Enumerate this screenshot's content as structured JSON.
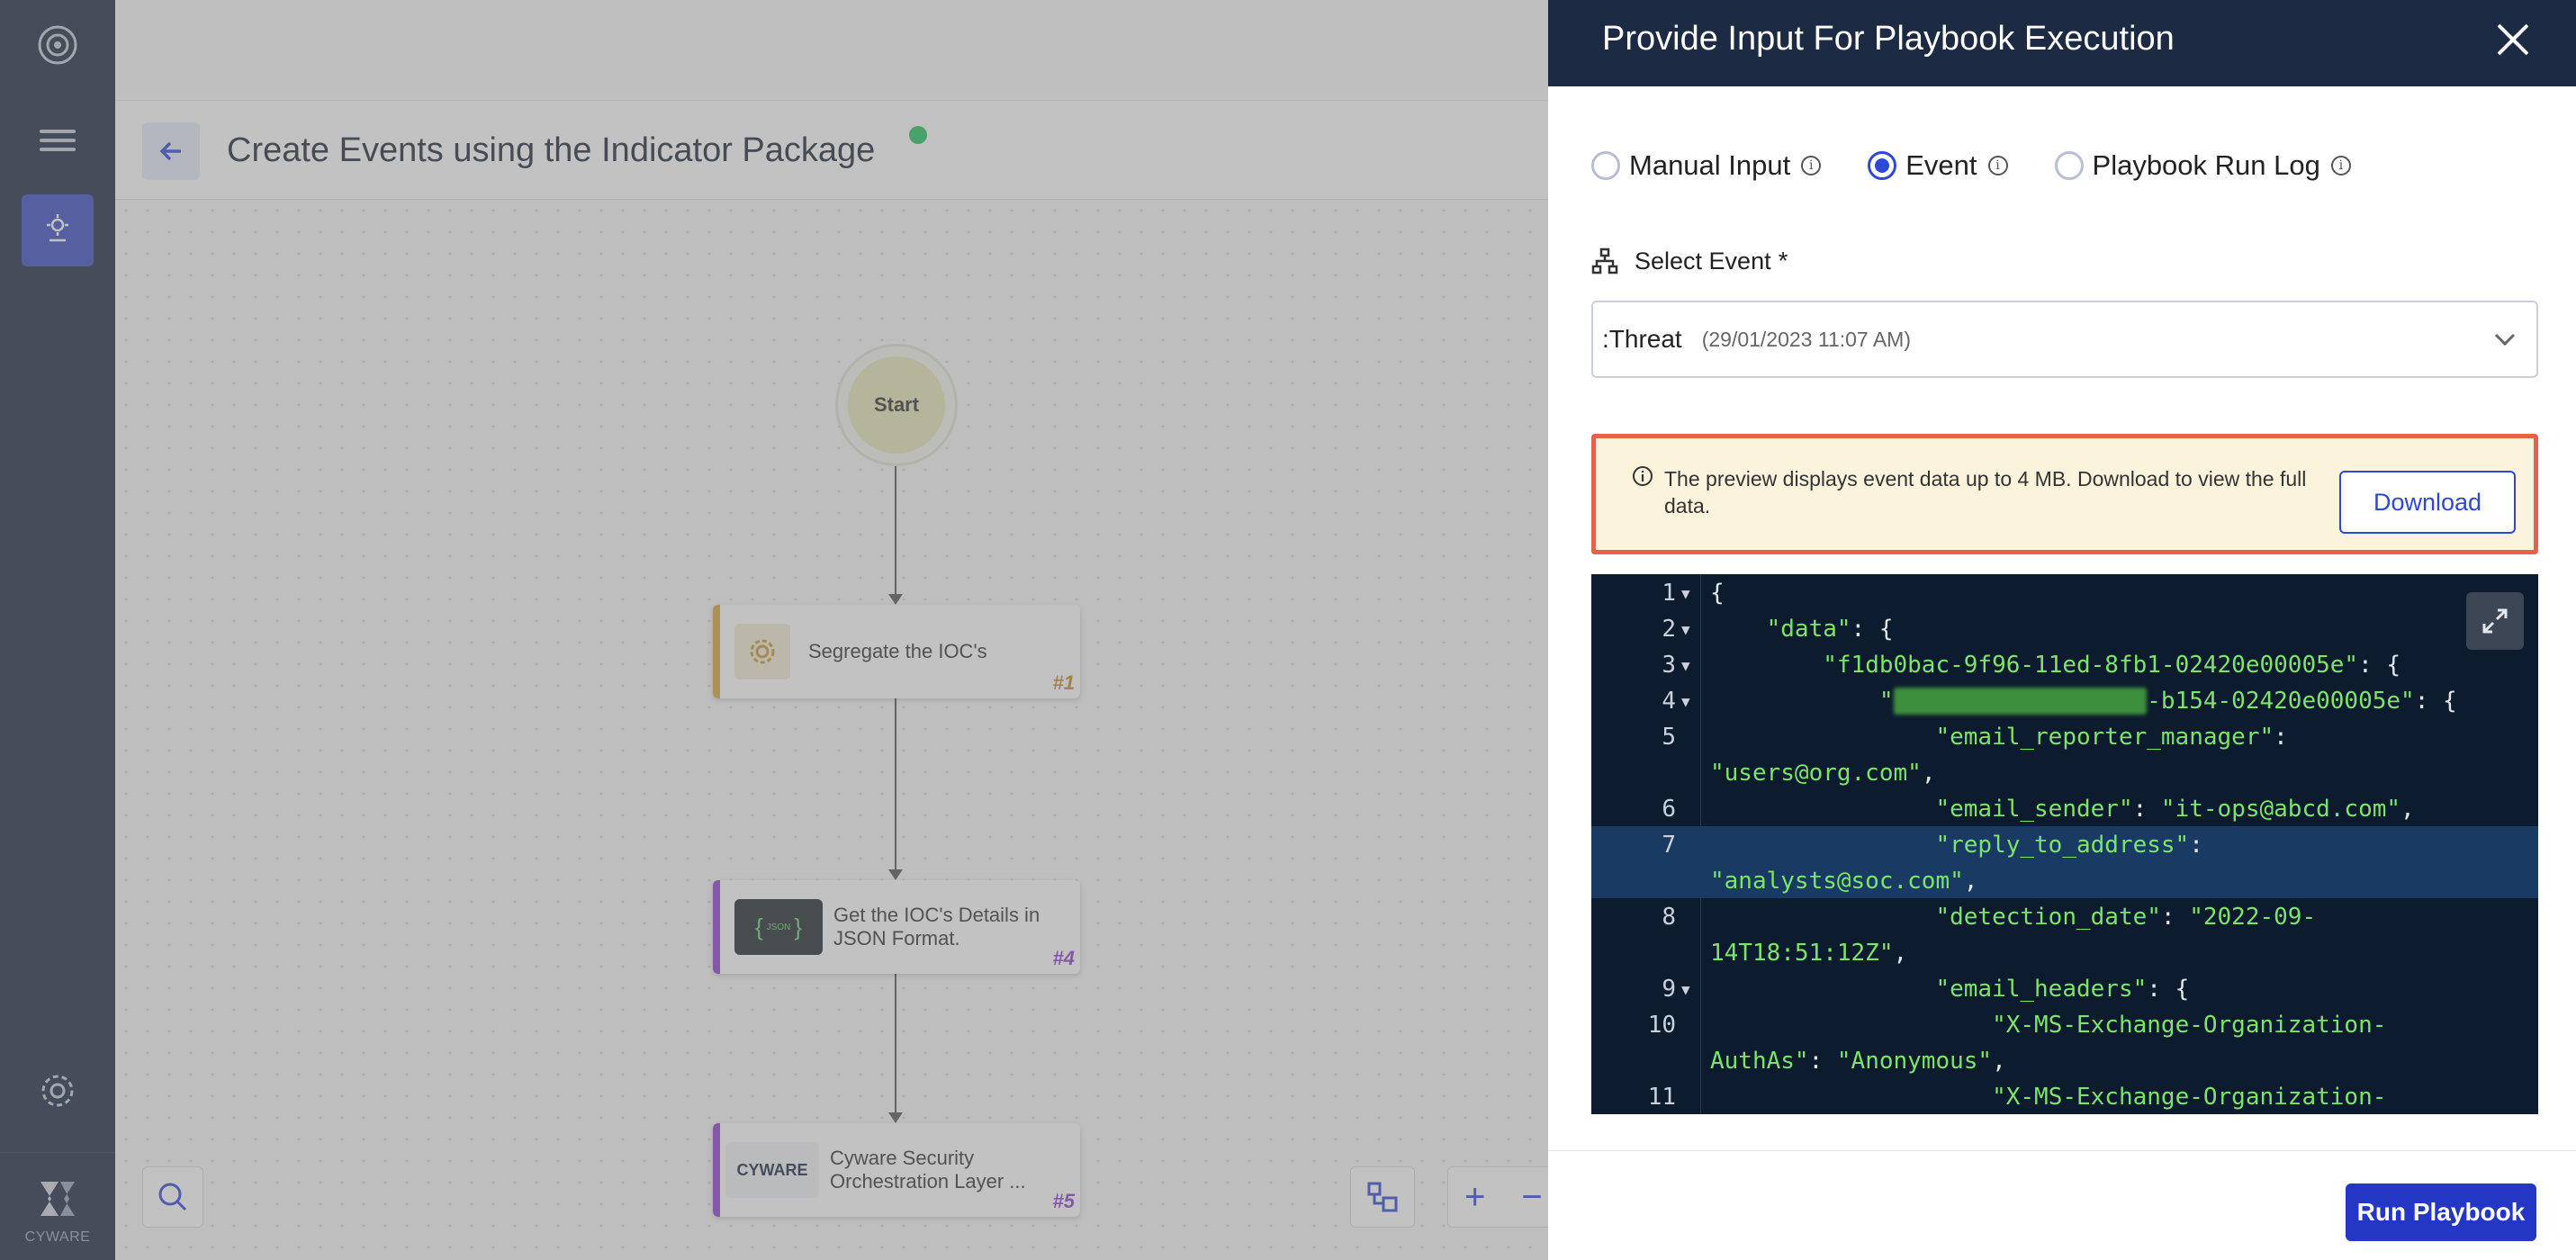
{
  "nav": {
    "brand_label": "CYWARE",
    "icons": [
      "cyware-logo-icon",
      "hamburger-menu-icon",
      "playbook-icon",
      "gear-icon"
    ]
  },
  "page": {
    "title": "Create Events using the Indicator Package"
  },
  "workflow": {
    "start_label": "Start",
    "nodes": [
      {
        "label": "Segregate the IOC's",
        "number": "#1",
        "color": "#d9a43a",
        "icon": "gear-icon"
      },
      {
        "label": "Get the IOC's Details in JSON Format.",
        "number": "#4",
        "color": "#8e3fcf",
        "icon": "json-icon",
        "icon_text": "JSON"
      },
      {
        "label": "Cyware Security Orchestration Layer ...",
        "number": "#5",
        "color": "#8e3fcf",
        "icon": "cyware-icon",
        "icon_text": "CYWARE"
      }
    ]
  },
  "drawer": {
    "title": "Provide Input For Playbook Execution",
    "input_options": [
      {
        "label": "Manual Input",
        "selected": false
      },
      {
        "label": "Event",
        "selected": true
      },
      {
        "label": "Playbook Run Log",
        "selected": false
      }
    ],
    "select_event_label": "Select Event",
    "required_mark": "*",
    "selected_event": ":Threat",
    "selected_event_date": "(29/01/2023 11:07 AM)",
    "notice_text": "The preview displays event data up to 4 MB. Download to view the full data.",
    "download_label": "Download",
    "run_label": "Run Playbook",
    "accent_color": "#2f47d6"
  },
  "code": {
    "lines": [
      {
        "n": "1",
        "fold": true,
        "parts": [
          [
            "p",
            "{"
          ]
        ]
      },
      {
        "n": "2",
        "fold": true,
        "parts": [
          [
            "p",
            "    "
          ],
          [
            "s",
            "\"data\""
          ],
          [
            "p",
            ": {"
          ]
        ]
      },
      {
        "n": "3",
        "fold": true,
        "parts": [
          [
            "p",
            "        "
          ],
          [
            "s",
            "\"f1db0bac-9f96-11ed-8fb1-02420e00005e\""
          ],
          [
            "p",
            ": {"
          ]
        ]
      },
      {
        "n": "4",
        "fold": true,
        "parts": [
          [
            "p",
            "            "
          ],
          [
            "s",
            "\""
          ],
          [
            "b",
            "xxxxxxxx-xxxx-xxxx"
          ],
          [
            "s",
            "-b154-02420e00005e\""
          ],
          [
            "p",
            ": {"
          ]
        ]
      },
      {
        "n": "5",
        "fold": false,
        "parts": [
          [
            "p",
            "                "
          ],
          [
            "s",
            "\"email_reporter_manager\""
          ],
          [
            "p",
            ":"
          ]
        ]
      },
      {
        "n": "",
        "fold": false,
        "parts": [
          [
            "s",
            "\"users@org.com\""
          ],
          [
            "p",
            ","
          ]
        ]
      },
      {
        "n": "6",
        "fold": false,
        "parts": [
          [
            "p",
            "                "
          ],
          [
            "s",
            "\"email_sender\""
          ],
          [
            "p",
            ": "
          ],
          [
            "s",
            "\"it-ops@abcd.com\""
          ],
          [
            "p",
            ","
          ]
        ]
      },
      {
        "n": "7",
        "fold": false,
        "hl": true,
        "parts": [
          [
            "p",
            "                "
          ],
          [
            "s",
            "\"reply_to_address\""
          ],
          [
            "p",
            ":"
          ]
        ]
      },
      {
        "n": "",
        "fold": false,
        "hl": true,
        "parts": [
          [
            "s",
            "\"analysts@soc.com\""
          ],
          [
            "p",
            ","
          ]
        ]
      },
      {
        "n": "8",
        "fold": false,
        "parts": [
          [
            "p",
            "                "
          ],
          [
            "s",
            "\"detection_date\""
          ],
          [
            "p",
            ": "
          ],
          [
            "s",
            "\"2022-09-"
          ]
        ]
      },
      {
        "n": "",
        "fold": false,
        "parts": [
          [
            "s",
            "14T18:51:12Z\""
          ],
          [
            "p",
            ","
          ]
        ]
      },
      {
        "n": "9",
        "fold": true,
        "parts": [
          [
            "p",
            "                "
          ],
          [
            "s",
            "\"email_headers\""
          ],
          [
            "p",
            ": {"
          ]
        ]
      },
      {
        "n": "10",
        "fold": false,
        "parts": [
          [
            "p",
            "                    "
          ],
          [
            "s",
            "\"X-MS-Exchange-Organization-"
          ]
        ]
      },
      {
        "n": "",
        "fold": false,
        "parts": [
          [
            "s",
            "AuthAs\""
          ],
          [
            "p",
            ": "
          ],
          [
            "s",
            "\"Anonymous\""
          ],
          [
            "p",
            ","
          ]
        ]
      },
      {
        "n": "11",
        "fold": false,
        "parts": [
          [
            "p",
            "                    "
          ],
          [
            "s",
            "\"X-MS-Exchange-Organization-"
          ]
        ]
      }
    ]
  }
}
